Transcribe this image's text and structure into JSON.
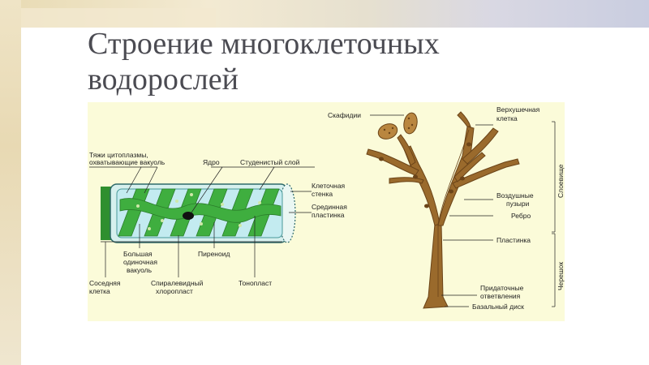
{
  "slide": {
    "title_line1": "Строение многоклеточных",
    "title_line2": "водорослей"
  },
  "left_diagram": {
    "labels": {
      "cytoplasm_strands_1": "Тяжи цитоплазмы,",
      "cytoplasm_strands_2": "охватывающие вакуоль",
      "nucleus": "Ядро",
      "gelatinous_layer": "Студенистый слой",
      "cell_wall_1": "Клеточная",
      "cell_wall_2": "стенка",
      "middle_lamella_1": "Срединная",
      "middle_lamella_2": "пластинка",
      "large_vacuole_1": "Большая",
      "large_vacuole_2": "одиночная",
      "large_vacuole_3": "вакуоль",
      "pyrenoid": "Пиреноид",
      "neighbor_cell_1": "Соседняя",
      "neighbor_cell_2": "клетка",
      "spiral_chloroplast_1": "Спиралевидный",
      "spiral_chloroplast_2": "хлоропласт",
      "tonoplast": "Тонопласт"
    }
  },
  "right_diagram": {
    "labels": {
      "scaphidia": "Скафидии",
      "apical_cell_1": "Верхушечная",
      "apical_cell_2": "клетка",
      "air_bladders_1": "Воздушные",
      "air_bladders_2": "пузыри",
      "rib": "Ребро",
      "blade": "Пластинка",
      "accessory_branches_1": "Придаточные",
      "accessory_branches_2": "ответвления",
      "basal_disc": "Базальный диск",
      "thallus_bracket": "Слоевище",
      "stipe_bracket": "Черешок"
    }
  },
  "colors": {
    "figure_bg": "#fbfbd9",
    "chloroplast": "#3fae3f",
    "cell_fill": "#c8ecf0",
    "thallus": "#9a6a2c",
    "title": "#4b4b52"
  }
}
